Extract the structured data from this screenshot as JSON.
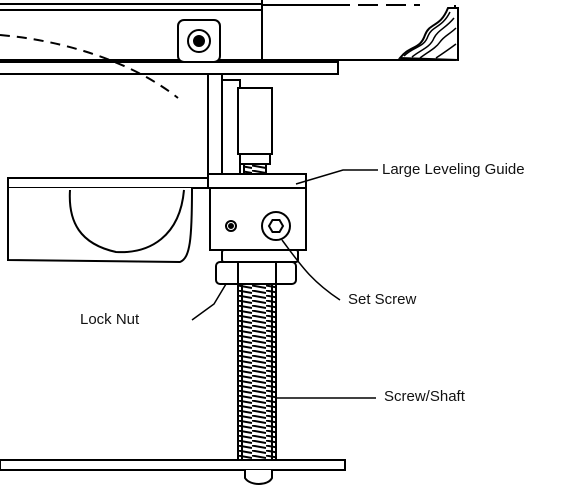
{
  "labels": {
    "large_leveling_guide": "Large Leveling Guide",
    "lock_nut": "Lock Nut",
    "set_screw": "Set Screw",
    "screw_shaft": "Screw/Shaft"
  }
}
